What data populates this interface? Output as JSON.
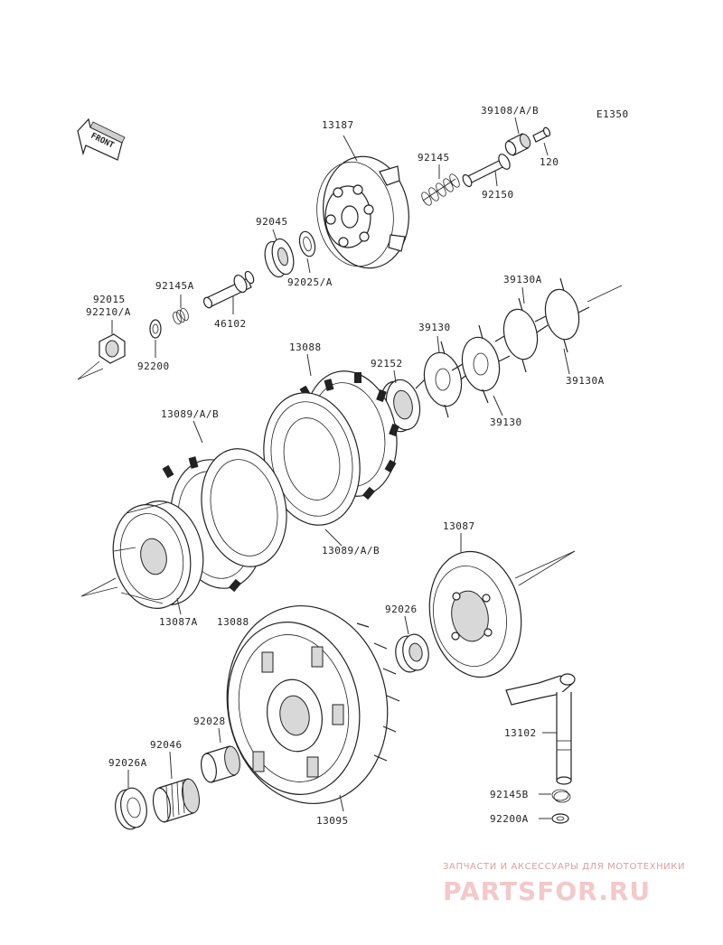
{
  "diagram_code": "E1350",
  "front_arrow": "FRONT",
  "watermark": {
    "tagline": "ЗАПЧАСТИ И АКСЕССУАРЫ ДЛЯ МОТОТЕХНИКИ",
    "brand": "PARTSFOR.RU"
  },
  "parts": {
    "p13187": "13187",
    "p39108": "39108/A/B",
    "p120": "120",
    "p92145": "92145",
    "p92150": "92150",
    "p92045": "92045",
    "p92025": "92025/A",
    "p92145A": "92145A",
    "p46102": "46102",
    "p92015": "92015",
    "p92210": "92210/A",
    "p92200": "92200",
    "p39130A_top": "39130A",
    "p39130_top": "39130",
    "p39130A_right": "39130A",
    "p39130_bottom": "39130",
    "p13088_top": "13088",
    "p92152": "92152",
    "p13089_left": "13089/A/B",
    "p13089_bottom": "13089/A/B",
    "p13087": "13087",
    "p13087A": "13087A",
    "p13088_bottom": "13088",
    "p92026_top": "92026",
    "p92028": "92028",
    "p92046": "92046",
    "p92026A": "92026A",
    "p13095": "13095",
    "p13102": "13102",
    "p92145B": "92145B",
    "p92200A": "92200A"
  }
}
